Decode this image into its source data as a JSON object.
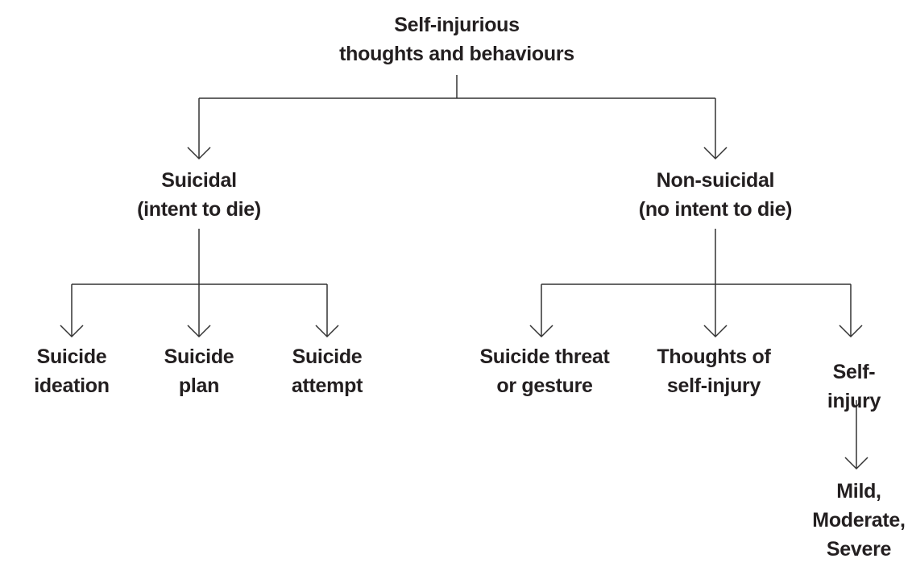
{
  "diagram": {
    "type": "tree",
    "nodes": {
      "root": "Self-injurious\nthoughts and behaviours",
      "suicidal": "Suicidal\n(intent to die)",
      "non_suicidal": "Non-suicidal\n(no intent to die)",
      "suicide_ideation": "Suicide\nideation",
      "suicide_plan": "Suicide\nplan",
      "suicide_attempt": "Suicide\nattempt",
      "suicide_threat": "Suicide threat\nor gesture",
      "thoughts_of_self_injury": "Thoughts of\nself-injury",
      "self_injury": "Self-injury",
      "severity": "Mild,\nModerate,\nSevere"
    },
    "edges": [
      {
        "from": "root",
        "to": "suicidal"
      },
      {
        "from": "root",
        "to": "non_suicidal"
      },
      {
        "from": "suicidal",
        "to": "suicide_ideation"
      },
      {
        "from": "suicidal",
        "to": "suicide_plan"
      },
      {
        "from": "suicidal",
        "to": "suicide_attempt"
      },
      {
        "from": "non_suicidal",
        "to": "suicide_threat"
      },
      {
        "from": "non_suicidal",
        "to": "thoughts_of_self_injury"
      },
      {
        "from": "non_suicidal",
        "to": "self_injury"
      },
      {
        "from": "self_injury",
        "to": "severity"
      }
    ],
    "colors": {
      "background": "#ffffff",
      "text": "#231f20",
      "line": "#333333"
    }
  }
}
